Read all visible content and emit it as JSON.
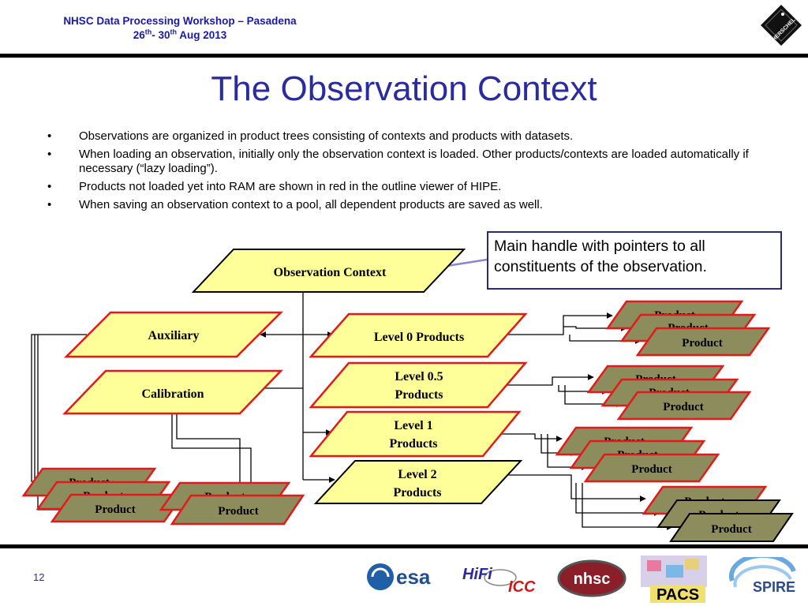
{
  "header": {
    "event": "NHSC Data Processing Workshop – Pasadena",
    "date_start": "26",
    "date_start_sup": "th",
    "date_sep": "- 30",
    "date_end_sup": "th",
    "date_tail": " Aug 2013",
    "herschel_logo_text": "HERSCHEL"
  },
  "slide": {
    "title": "The Observation Context",
    "bullets": [
      "Observations are organized in product trees consisting of contexts and products with datasets.",
      "When loading an observation, initially only the observation context is loaded. Other products/contexts are loaded automatically if necessary (“lazy loading”).",
      "Products not loaded yet into RAM are shown in red in the outline viewer of HIPE.",
      "When saving an observation context to a pool, all dependent products are saved as well."
    ],
    "bullet_marker": "•",
    "callout": "Main handle with pointers to all constituents of the observation.",
    "page_number": "12"
  },
  "diagram": {
    "root": "Observation Context",
    "auxiliary": "Auxiliary",
    "calibration": "Calibration",
    "level0": "Level 0 Products",
    "level05_line1": "Level 0.5",
    "level05_line2": "Products",
    "level1_line1": "Level 1",
    "level1_line2": "Products",
    "level2_line1": "Level 2",
    "level2_line2": "Products",
    "product": "Product"
  },
  "footer": {
    "logos": [
      "esa",
      "HiFi",
      "ICC",
      "nhsc",
      "PACS",
      "SPIRE"
    ]
  },
  "colors": {
    "header_blue": "#1a1aa8",
    "title_blue": "#2b2ba0",
    "context_fill": "#ffff99",
    "context_border_red": "#e41a1a",
    "product_fill": "#8c8c5c",
    "callout_border": "#2a2a7a",
    "arrow_blue": "#8888cc"
  }
}
